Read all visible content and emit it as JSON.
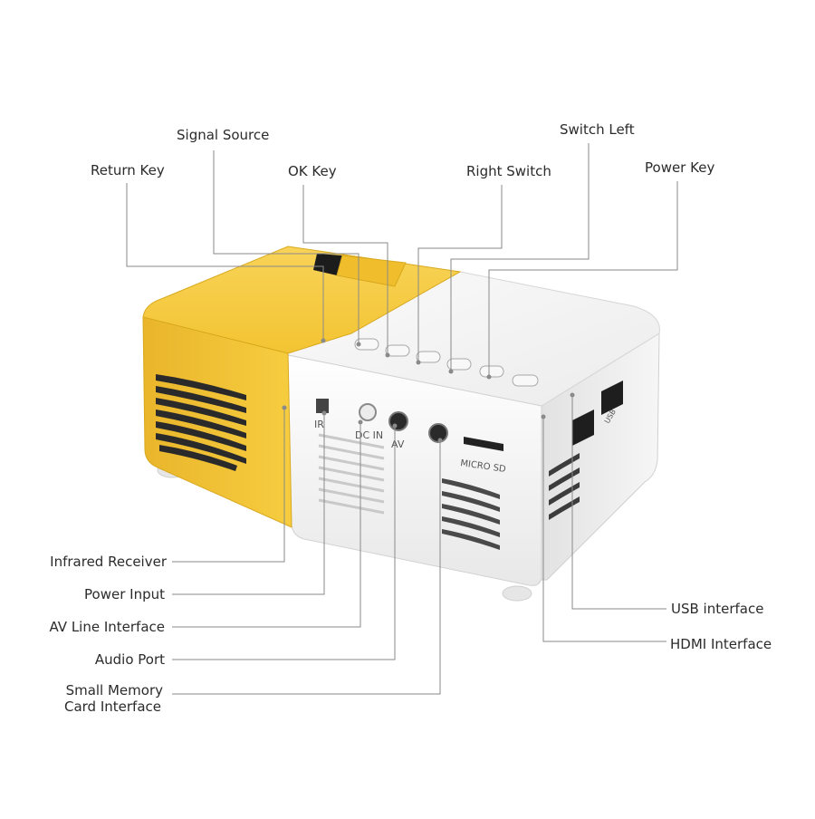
{
  "labels": {
    "signal_source": "Signal Source",
    "return_key": "Return Key",
    "ok_key": "OK Key",
    "right_switch": "Right Switch",
    "switch_left": "Switch Left",
    "power_key": "Power Key",
    "infrared_receiver": "Infrared Receiver",
    "power_input": "Power Input",
    "av_line_interface": "AV Line Interface",
    "audio_port": "Audio Port",
    "small_memory_card_line1": "Small Memory",
    "small_memory_card_line2": "Card Interface",
    "usb_interface": "USB interface",
    "hdmi_interface": "HDMI Interface"
  },
  "device_print": {
    "ir": "IR",
    "dc_in": "DC IN",
    "av": "AV",
    "micro_sd": "MICRO SD",
    "usb": "USB"
  },
  "colors": {
    "yellow_body": "#f3c634",
    "white_body": "#f4f4f4",
    "leader_line": "#8a8a8a",
    "label_text": "#2b2b2b"
  }
}
